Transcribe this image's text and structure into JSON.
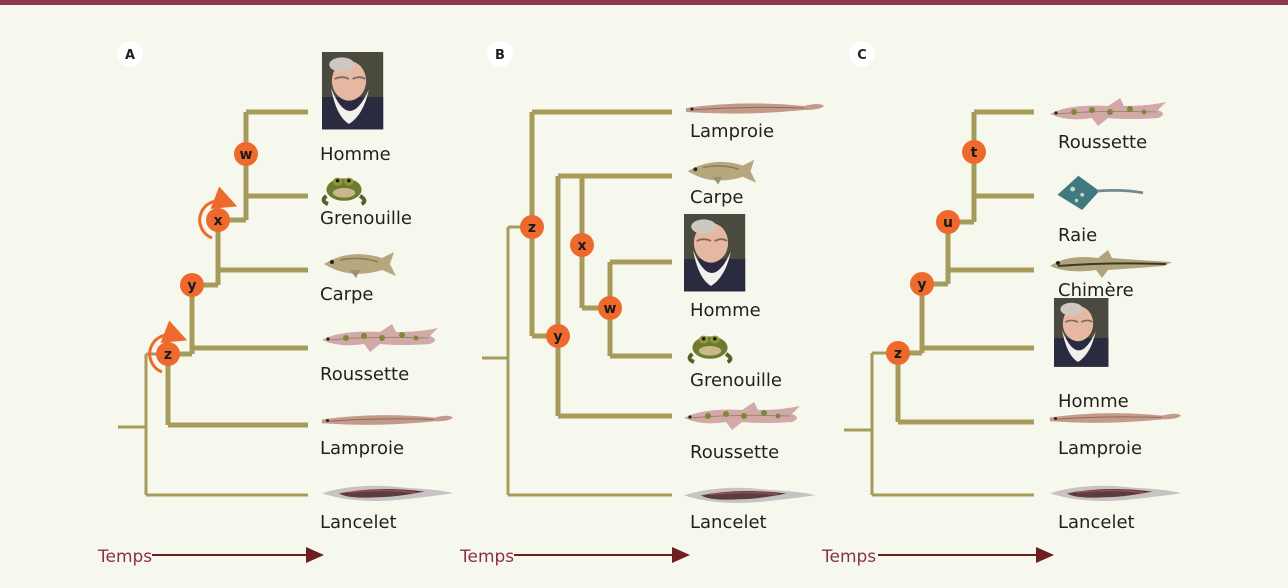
{
  "colors": {
    "top_rule": "#8c3a4a",
    "background": "#f6f8ee",
    "branch": "#a69b5a",
    "node": "#ee6a2c",
    "time_arrow": "#6b1f1f",
    "time_label": "#8a3044"
  },
  "panels": [
    {
      "letter": "A",
      "time_label": "Temps",
      "nodes": [
        "w",
        "x",
        "y",
        "z"
      ],
      "species": [
        "Homme",
        "Grenouille",
        "Carpe",
        "Roussette",
        "Lamproie",
        "Lancelet"
      ],
      "species_icons": [
        "human-portrait-icon",
        "frog-icon",
        "carp-icon",
        "catshark-icon",
        "lamprey-icon",
        "lancelet-icon"
      ],
      "rotation_markers_at": [
        "x",
        "z"
      ]
    },
    {
      "letter": "B",
      "time_label": "Temps",
      "nodes": [
        "z",
        "x",
        "w",
        "y"
      ],
      "species": [
        "Lamproie",
        "Carpe",
        "Homme",
        "Grenouille",
        "Roussette",
        "Lancelet"
      ],
      "species_icons": [
        "lamprey-icon",
        "carp-icon",
        "human-portrait-icon",
        "frog-icon",
        "catshark-icon",
        "lancelet-icon"
      ]
    },
    {
      "letter": "C",
      "time_label": "Temps",
      "nodes": [
        "t",
        "u",
        "y",
        "z"
      ],
      "species": [
        "Roussette",
        "Raie",
        "Chimère",
        "Homme",
        "Lamproie",
        "Lancelet"
      ],
      "species_icons": [
        "catshark-icon",
        "ray-icon",
        "chimaera-icon",
        "human-portrait-icon",
        "lamprey-icon",
        "lancelet-icon"
      ]
    }
  ]
}
